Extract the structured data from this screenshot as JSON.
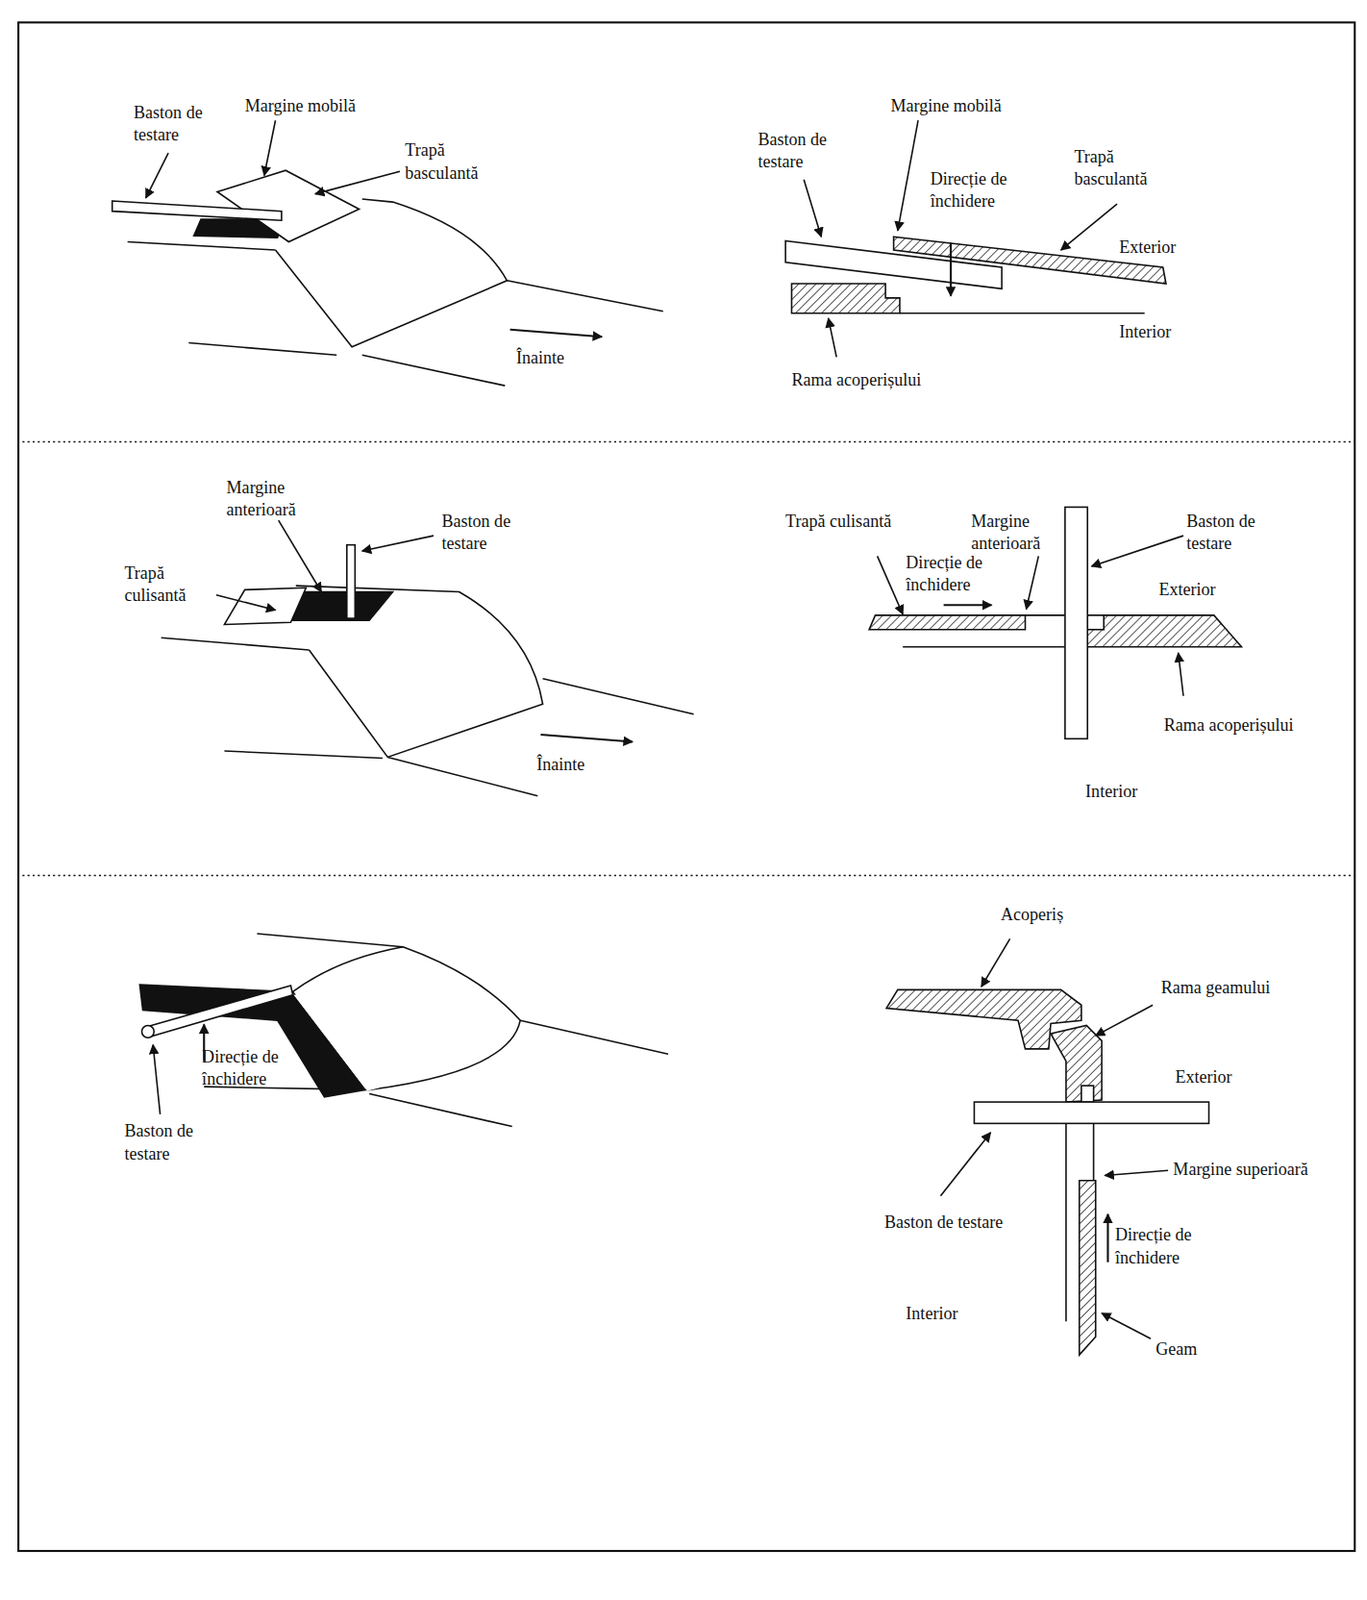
{
  "diagram": {
    "labels": [
      "Baston de testare",
      "Margine mobilă",
      "Trapă basculantă",
      "Înainte",
      "Margine mobilă",
      "Baston de testare",
      "Direcție de închidere",
      "Trapă basculantă",
      "Exterior",
      "Interior",
      "Rama acoperișului",
      "Margine anterioară",
      "Baston de testare",
      "Trapă culisantă",
      "Înainte",
      "Trapă culisantă",
      "Margine anterioară",
      "Direcție de închidere",
      "Baston de testare",
      "Exterior",
      "Rama acoperișului",
      "Interior",
      "Direcție de închidere",
      "Baston de testare",
      "Acoperiș",
      "Rama geamului",
      "Exterior",
      "Margine superioară",
      "Baston de testare",
      "Direcție de închidere",
      "Interior",
      "Geam"
    ]
  }
}
